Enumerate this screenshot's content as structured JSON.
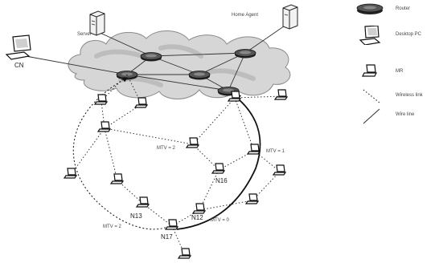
{
  "labels": {
    "cn": "CN",
    "server": "Server",
    "home_agent": "Home Agent",
    "n16": "N16",
    "n13": "N13",
    "n12": "N12",
    "n17": "N17",
    "mtv_2_upper": "MTV = 2",
    "mtv_1": "MTV = 1",
    "mtv_2_lower": "MTV = 2",
    "mtv_0": "MTV = 0"
  },
  "legend": {
    "router": "Router",
    "desktop_pc": "Desktop PC",
    "mr": "MR",
    "wireless_link": "Wireless link",
    "wire_line": "Wire line"
  }
}
